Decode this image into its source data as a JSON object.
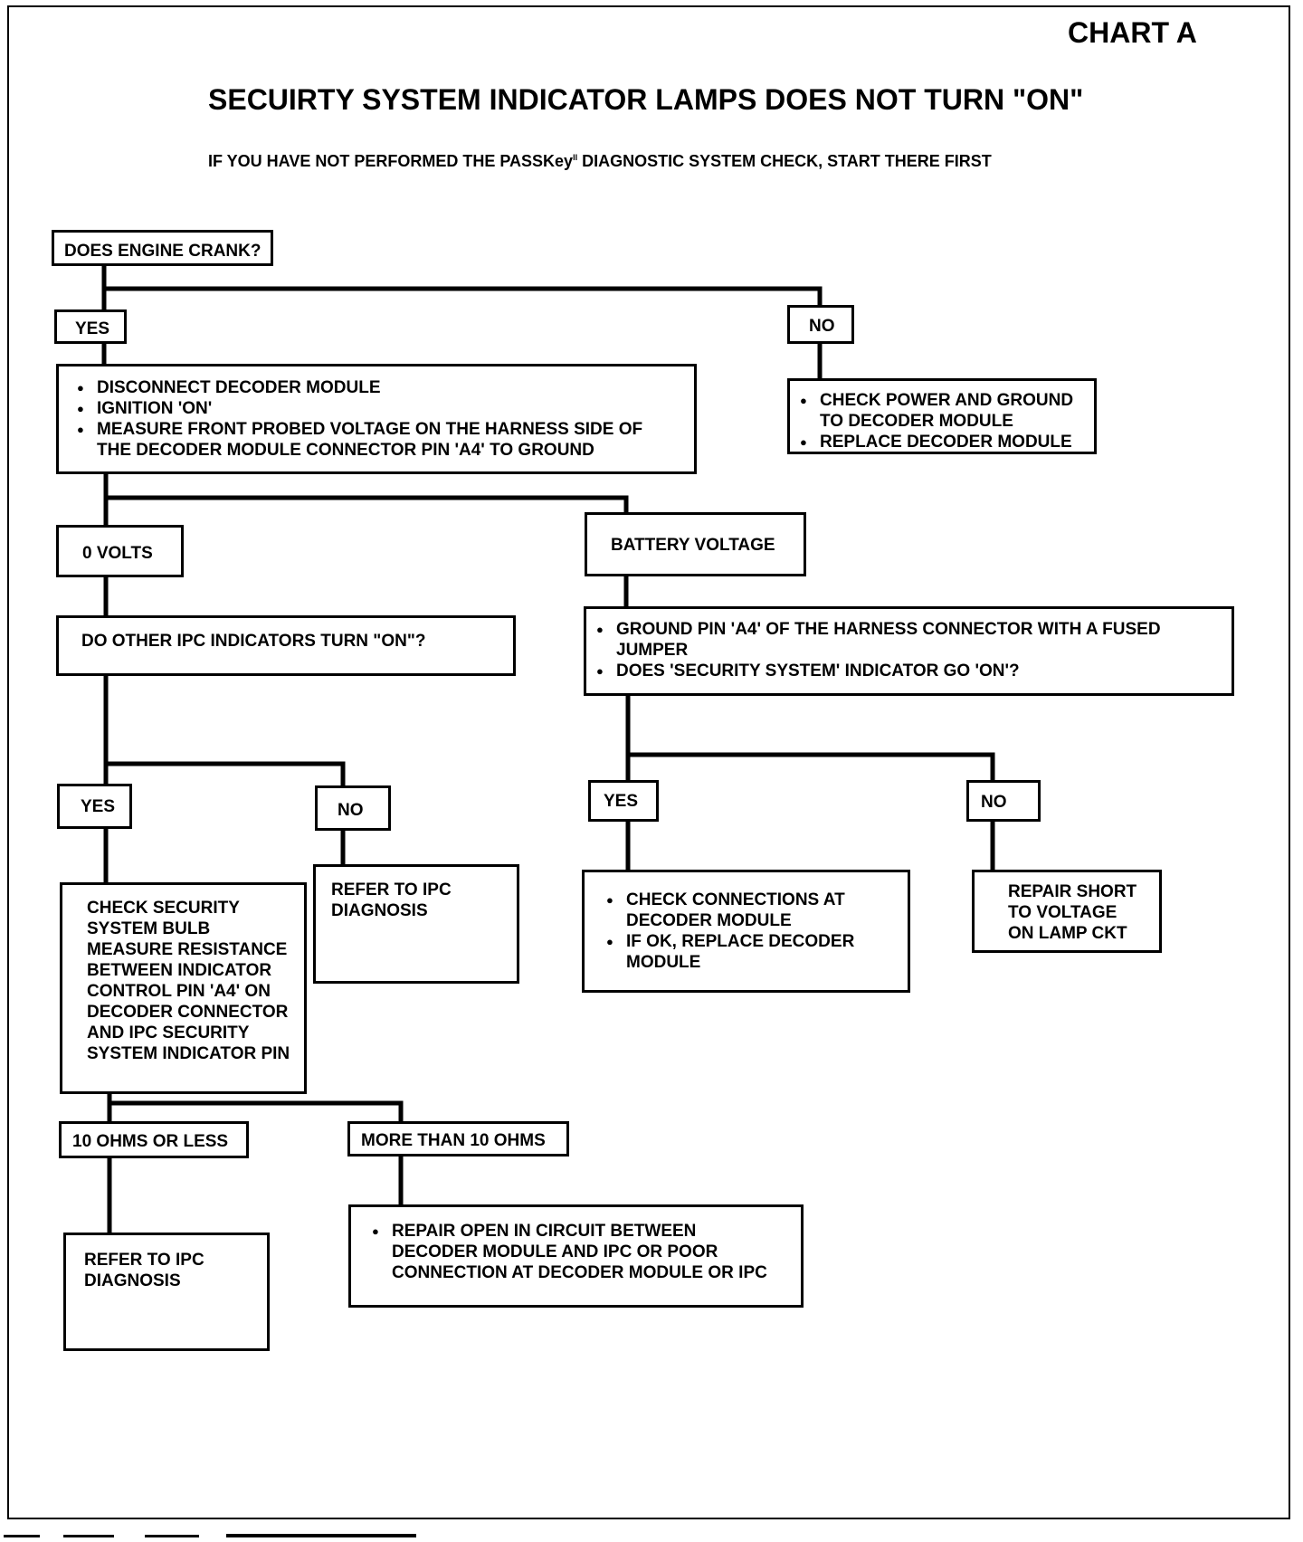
{
  "header": {
    "chart_label": "CHART A",
    "title": "SECUIRTY SYSTEM INDICATOR LAMPS  DOES NOT TURN \"ON\"",
    "subtitle_pre": "IF YOU HAVE NOT PERFORMED THE PASSKey",
    "subtitle_mark": "II",
    "subtitle_post": " DIAGNOSTIC SYSTEM CHECK, START THERE FIRST"
  },
  "flow": {
    "start": "DOES ENGINE CRANK?",
    "crank_yes": "YES",
    "crank_no": "NO",
    "measure_steps": [
      "DISCONNECT DECODER MODULE",
      "IGNITION 'ON'",
      "MEASURE FRONT PROBED VOLTAGE ON THE HARNESS SIDE OF\nTHE DECODER MODULE CONNECTOR PIN 'A4' TO GROUND"
    ],
    "no_crank_steps": [
      "CHECK POWER AND GROUND\nTO DECODER MODULE",
      "REPLACE DECODER MODULE"
    ],
    "zero_volts": "0 VOLTS",
    "battery_voltage": "BATTERY VOLTAGE",
    "other_ipc_question": "DO OTHER IPC INDICATORS TURN \"ON\"?",
    "ground_steps": [
      "GROUND PIN 'A4' OF THE HARNESS CONNECTOR WITH A FUSED\nJUMPER",
      "DOES 'SECURITY SYSTEM' INDICATOR GO 'ON'?"
    ],
    "ipc_yes": "YES",
    "ipc_no": "NO",
    "ind_yes": "YES",
    "ind_no": "NO",
    "check_bulb": "CHECK SECURITY\nSYSTEM BULB\nMEASURE RESISTANCE\nBETWEEN INDICATOR\nCONTROL PIN 'A4' ON\nDECODER CONNECTOR\nAND IPC SECURITY\nSYSTEM INDICATOR PIN",
    "refer_ipc_1": "REFER TO  IPC\nDIAGNOSIS",
    "connection_steps": [
      "CHECK CONNECTIONS AT\nDECODER MODULE",
      "IF OK, REPLACE DECODER\nMODULE"
    ],
    "repair_short": "REPAIR SHORT\nTO VOLTAGE\nON LAMP CKT",
    "ohms_low": "10 OHMS OR LESS",
    "ohms_high": "MORE THAN 10 OHMS",
    "refer_ipc_2": "REFER TO  IPC\nDIAGNOSIS",
    "repair_open_steps": [
      "REPAIR OPEN IN CIRCUIT BETWEEN\nDECODER MODULE AND IPC OR POOR\nCONNECTION AT DECODER MODULE OR IPC"
    ]
  }
}
